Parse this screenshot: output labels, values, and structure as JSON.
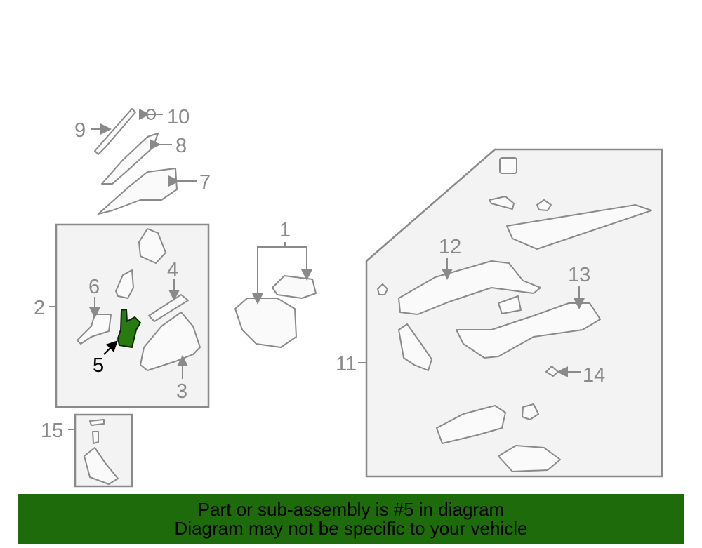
{
  "diagram": {
    "callouts": {
      "c1": "1",
      "c2": "2",
      "c3": "3",
      "c4": "4",
      "c5": "5",
      "c6": "6",
      "c7": "7",
      "c8": "8",
      "c9": "9",
      "c10": "10",
      "c11": "11",
      "c12": "12",
      "c13": "13",
      "c14": "14",
      "c15": "15"
    },
    "highlight_color": "#2a7a12"
  },
  "banner": {
    "line1": "Part or sub-assembly is #5 in diagram",
    "line2": "Diagram may not be specific to your vehicle",
    "background": "#1e6b0b"
  }
}
